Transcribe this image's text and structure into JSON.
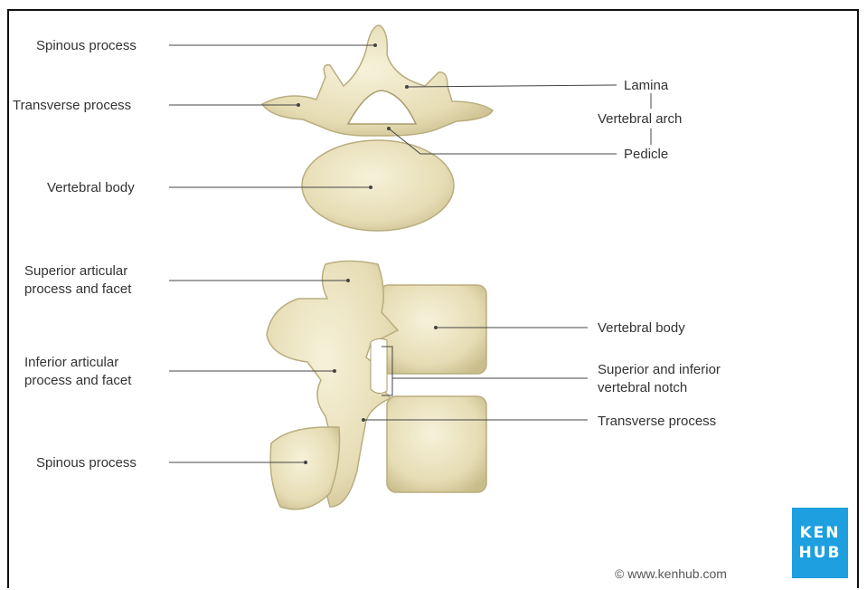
{
  "top_view": {
    "spinous_process": "Spinous process",
    "transverse_process": "Transverse process",
    "vertebral_body": "Vertebral body",
    "lamina": "Lamina",
    "vertebral_arch": "Vertebral arch",
    "pedicle": "Pedicle"
  },
  "side_view": {
    "superior_articular_1": "Superior articular",
    "superior_articular_2": "process and facet",
    "inferior_articular_1": "Inferior articular",
    "inferior_articular_2": "process and facet",
    "spinous_process": "Spinous process",
    "vertebral_body": "Vertebral body",
    "notch_1": "Superior and inferior",
    "notch_2": "vertebral notch",
    "transverse_process": "Transverse process"
  },
  "logo": {
    "line1": "KEN",
    "line2": "HUB"
  },
  "copyright": "© www.kenhub.com",
  "colors": {
    "bone": "#ece4c2",
    "bone_shadow": "#cfc59a",
    "line": "#444444",
    "logo_bg": "#1e9fe0"
  }
}
